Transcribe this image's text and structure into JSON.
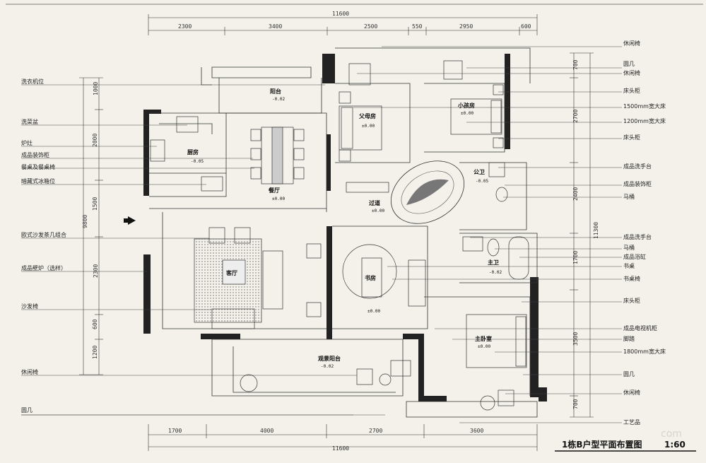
{
  "plan": {
    "title": "1栋B户型平面布置图",
    "scale": "1:60",
    "watermark": "com"
  },
  "dims": {
    "top_total": "11600",
    "bottom_total": "11600",
    "top": [
      "2300",
      "3400",
      "2500",
      "550",
      "2950",
      "600"
    ],
    "bottom": [
      "1700",
      "4000",
      "2700",
      "3600"
    ],
    "left_total": "9800",
    "left": [
      "1000",
      "2000",
      "1500",
      "2300",
      "600",
      "1200"
    ],
    "right_total": "11300",
    "right": [
      "700",
      "2700",
      "2400",
      "1700",
      "3500",
      "700"
    ]
  },
  "rooms": {
    "balcony_small": {
      "name": "阳台",
      "level": "-0.02"
    },
    "kitchen": {
      "name": "厨房",
      "level": "-0.05"
    },
    "dining": {
      "name": "餐厅",
      "level": "±0.00"
    },
    "living": {
      "name": "客厅",
      "level": ""
    },
    "parents": {
      "name": "父母房",
      "level": "±0.00"
    },
    "child": {
      "name": "小孩房",
      "level": "±0.00"
    },
    "public_wc": {
      "name": "公卫",
      "level": "-0.05"
    },
    "corridor": {
      "name": "过道",
      "level": "±0.00"
    },
    "study": {
      "name": "书房",
      "level": "±0.00"
    },
    "master_wc": {
      "name": "主卫",
      "level": "-0.02"
    },
    "master": {
      "name": "主卧室",
      "level": "±0.00"
    },
    "view_balcony": {
      "name": "观景阳台",
      "level": "-0.02"
    }
  },
  "labels_left": [
    "洗衣机位",
    "洗菜盆",
    "炉灶",
    "成品装饰柜",
    "餐桌及餐桌椅",
    "暗藏式冰箱位",
    "欧式沙发茶几组合",
    "成品壁炉（选样）",
    "沙发椅",
    "休闲椅",
    "圆几"
  ],
  "labels_right": [
    "休闲椅",
    "圆几",
    "休闲椅",
    "床头柜",
    "1500mm宽大床",
    "1200mm宽大床",
    "床头柜",
    "成品洗手台",
    "成品装饰柜",
    "马桶",
    "成品洗手台",
    "马桶",
    "成品浴缸",
    "书桌",
    "书桌椅",
    "床头柜",
    "成品电视机柜",
    "脚踏",
    "1800mm宽大床",
    "圆几",
    "休闲椅",
    "工艺品"
  ]
}
